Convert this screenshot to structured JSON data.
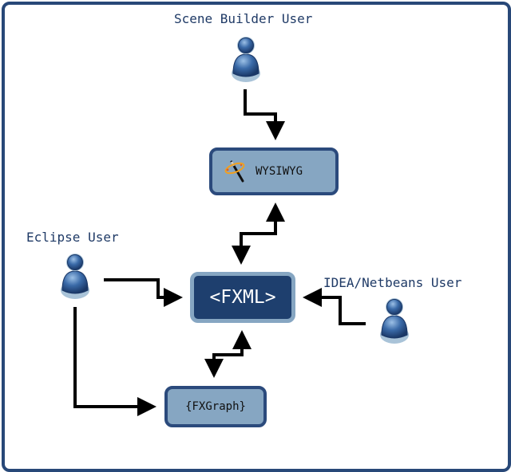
{
  "diagram": {
    "actors": [
      {
        "id": "scene-builder",
        "label": "Scene Builder User"
      },
      {
        "id": "eclipse",
        "label": "Eclipse User"
      },
      {
        "id": "idea-netbeans",
        "label": "IDEA/Netbeans User"
      }
    ],
    "nodes": {
      "wysiwyg": {
        "label": "WYSIWYG",
        "icon": "magic-wand-icon"
      },
      "fxml": {
        "label": "<FXML>"
      },
      "fxgraph": {
        "label": "{FXGraph}"
      }
    },
    "edges": [
      {
        "from": "Scene Builder User",
        "to": "WYSIWYG",
        "direction": "one-way"
      },
      {
        "from": "WYSIWYG",
        "to": "<FXML>",
        "direction": "two-way"
      },
      {
        "from": "Eclipse User",
        "to": "<FXML>",
        "direction": "one-way"
      },
      {
        "from": "Eclipse User",
        "to": "{FXGraph}",
        "direction": "one-way"
      },
      {
        "from": "IDEA/Netbeans User",
        "to": "<FXML>",
        "direction": "one-way"
      },
      {
        "from": "{FXGraph}",
        "to": "<FXML>",
        "direction": "two-way"
      }
    ],
    "colors": {
      "frame": "#284878",
      "node_light_fill": "#86a6c2",
      "node_dark_fill": "#1e3f6e",
      "label_text": "#1f3a66",
      "arrow": "#000000"
    }
  }
}
